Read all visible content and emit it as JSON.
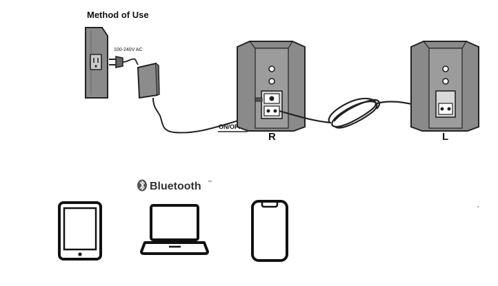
{
  "diagram": {
    "title": "Method of Use",
    "voltage_label": "100-240V AC",
    "switch_label": "ON/OFF",
    "right_speaker_label": "R",
    "left_speaker_label": "L",
    "bluetooth_label": "Bluetooth",
    "bluetooth_tm": "™"
  },
  "icons": {
    "wall_outlet": "wall-outlet-icon",
    "plug": "plug-icon",
    "adapter": "power-adapter-icon",
    "bluetooth": "bluetooth-icon",
    "tablet": "tablet-icon",
    "laptop": "laptop-icon",
    "phone": "phone-icon"
  }
}
